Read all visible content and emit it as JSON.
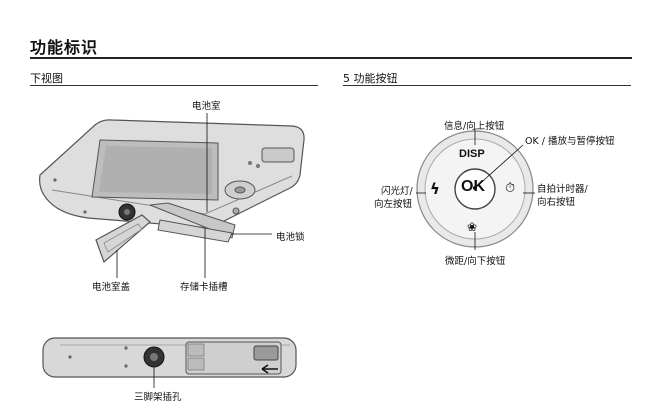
{
  "page": {
    "title": "功能标识"
  },
  "sections": {
    "left": {
      "heading": "下视图"
    },
    "right": {
      "heading": "5 功能按钮"
    }
  },
  "bottom_view_labels": {
    "battery_chamber": "电池室",
    "battery_lock": "电池锁",
    "battery_cover": "电池室盖",
    "card_slot": "存储卡插槽",
    "tripod_socket": "三脚架插孔"
  },
  "function_buttons": {
    "up_label": "信息/向上按钮",
    "ok_label": "OK / 播放与暂停按钮",
    "left_label_line1": "闪光灯/",
    "left_label_line2": "向左按钮",
    "right_label_line1": "自拍计时器/",
    "right_label_line2": "向右按钮",
    "down_label": "微距/向下按钮",
    "disp_text": "DISP",
    "ok_text": "OK"
  }
}
